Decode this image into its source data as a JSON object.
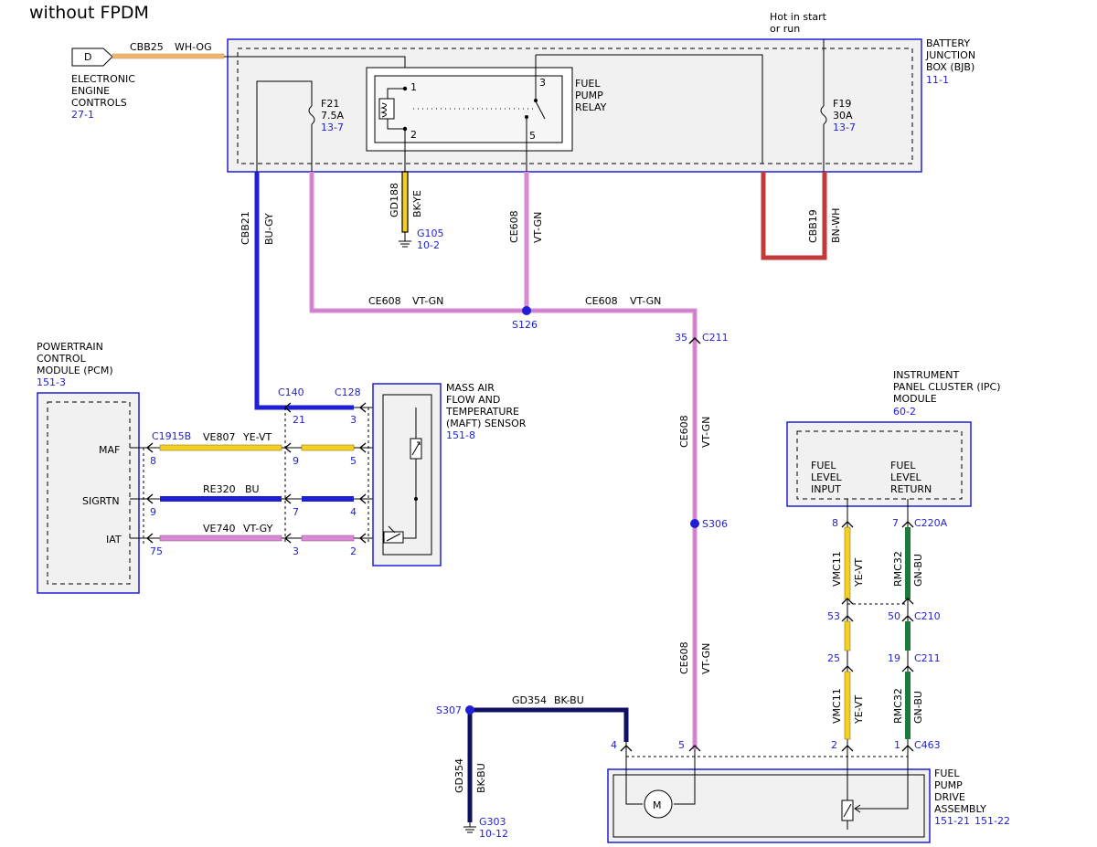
{
  "title": "without FPDM",
  "eec": {
    "pin": "D",
    "line1": "ELECTRONIC",
    "line2": "ENGINE",
    "line3": "CONTROLS",
    "ref": "27-1",
    "circuit": "CBB25",
    "color": "WH-OG"
  },
  "bjb": {
    "line1": "BATTERY",
    "line2": "JUNCTION",
    "line3": "BOX (BJB)",
    "ref": "11-1",
    "hot_line1": "Hot in start",
    "hot_line2": "or run",
    "f21": {
      "name": "F21",
      "rating": "7.5A",
      "ref": "13-7"
    },
    "f19": {
      "name": "F19",
      "rating": "30A",
      "ref": "13-7"
    }
  },
  "relay": {
    "line1": "FUEL",
    "line2": "PUMP",
    "line3": "RELAY",
    "pin1": "1",
    "pin2": "2",
    "pin3": "3",
    "pin5": "5"
  },
  "wires": {
    "cbb21": {
      "circuit": "CBB21",
      "color": "BU-GY"
    },
    "gd188": {
      "circuit": "GD188",
      "color": "BK-YE"
    },
    "ce608_v": {
      "circuit": "CE608",
      "color": "VT-GN"
    },
    "cbb19": {
      "circuit": "CBB19",
      "color": "BN-WH"
    },
    "ce608_l": {
      "circuit": "CE608",
      "color": "VT-GN"
    },
    "ce608_r": {
      "circuit": "CE608",
      "color": "VT-GN"
    },
    "ce608_d1": {
      "circuit": "CE608",
      "color": "VT-GN"
    },
    "ce608_d2": {
      "circuit": "CE608",
      "color": "VT-GN"
    },
    "ve807": {
      "circuit": "VE807",
      "color": "YE-VT"
    },
    "re320": {
      "circuit": "RE320",
      "color": "BU"
    },
    "ve740": {
      "circuit": "VE740",
      "color": "VT-GY"
    },
    "gd354_h": {
      "circuit": "GD354",
      "color": "BK-BU"
    },
    "gd354_v": {
      "circuit": "GD354",
      "color": "BK-BU"
    },
    "vmc11_a": {
      "circuit": "VMC11",
      "color": "YE-VT"
    },
    "rmc32_a": {
      "circuit": "RMC32",
      "color": "GN-BU"
    },
    "vmc11_b": {
      "circuit": "VMC11",
      "color": "YE-VT"
    },
    "rmc32_b": {
      "circuit": "RMC32",
      "color": "GN-BU"
    }
  },
  "grounds": {
    "g105": {
      "name": "G105",
      "ref": "10-2"
    },
    "g303": {
      "name": "G303",
      "ref": "10-12"
    }
  },
  "splices": {
    "s126": "S126",
    "s306": "S306",
    "s307": "S307"
  },
  "pcm": {
    "line1": "POWERTRAIN",
    "line2": "CONTROL",
    "line3": "MODULE (PCM)",
    "ref": "151-3",
    "pins": [
      {
        "label": "MAF",
        "num": "8"
      },
      {
        "label": "SIGRTN",
        "num": "9"
      },
      {
        "label": "IAT",
        "num": "75"
      }
    ],
    "connector": "C1915B"
  },
  "maft": {
    "line1": "MASS AIR",
    "line2": "FLOW AND",
    "line3": "TEMPERATURE",
    "line4": "(MAFT) SENSOR",
    "ref": "151-8"
  },
  "connectors": {
    "c140": {
      "name": "C140",
      "pins": [
        "21",
        "9",
        "7",
        "3"
      ]
    },
    "c128": {
      "name": "C128",
      "pins": [
        "3",
        "5",
        "4",
        "2"
      ]
    },
    "c211_top": {
      "name": "C211",
      "pin": "35"
    },
    "c220a": {
      "name": "C220A",
      "pin_left": "8",
      "pin_right": "7"
    },
    "c210": {
      "name": "C210",
      "pin_left": "53",
      "pin_right": "50"
    },
    "c211_b": {
      "name": "C211",
      "pin_left": "25",
      "pin_right": "19"
    },
    "c463": {
      "name": "C463",
      "pins": [
        "4",
        "5",
        "2",
        "1"
      ]
    }
  },
  "ipc": {
    "line1": "INSTRUMENT",
    "line2": "PANEL CLUSTER (IPC)",
    "line3": "MODULE",
    "ref": "60-2",
    "in1": "FUEL",
    "in2": "LEVEL",
    "in3": "INPUT",
    "ret1": "FUEL",
    "ret2": "LEVEL",
    "ret3": "RETURN"
  },
  "fpda": {
    "line1": "FUEL",
    "line2": "PUMP",
    "line3": "DRIVE",
    "line4": "ASSEMBLY",
    "ref1": "151-21",
    "ref2": "151-22",
    "motor": "M"
  },
  "wire_colors": {
    "blue": "#1f1fd6",
    "violet": "#d98ad4",
    "yellow": "#f5d020",
    "green": "#1c7a3a",
    "red": "#c23a3a",
    "orange": "#f0b36b"
  }
}
